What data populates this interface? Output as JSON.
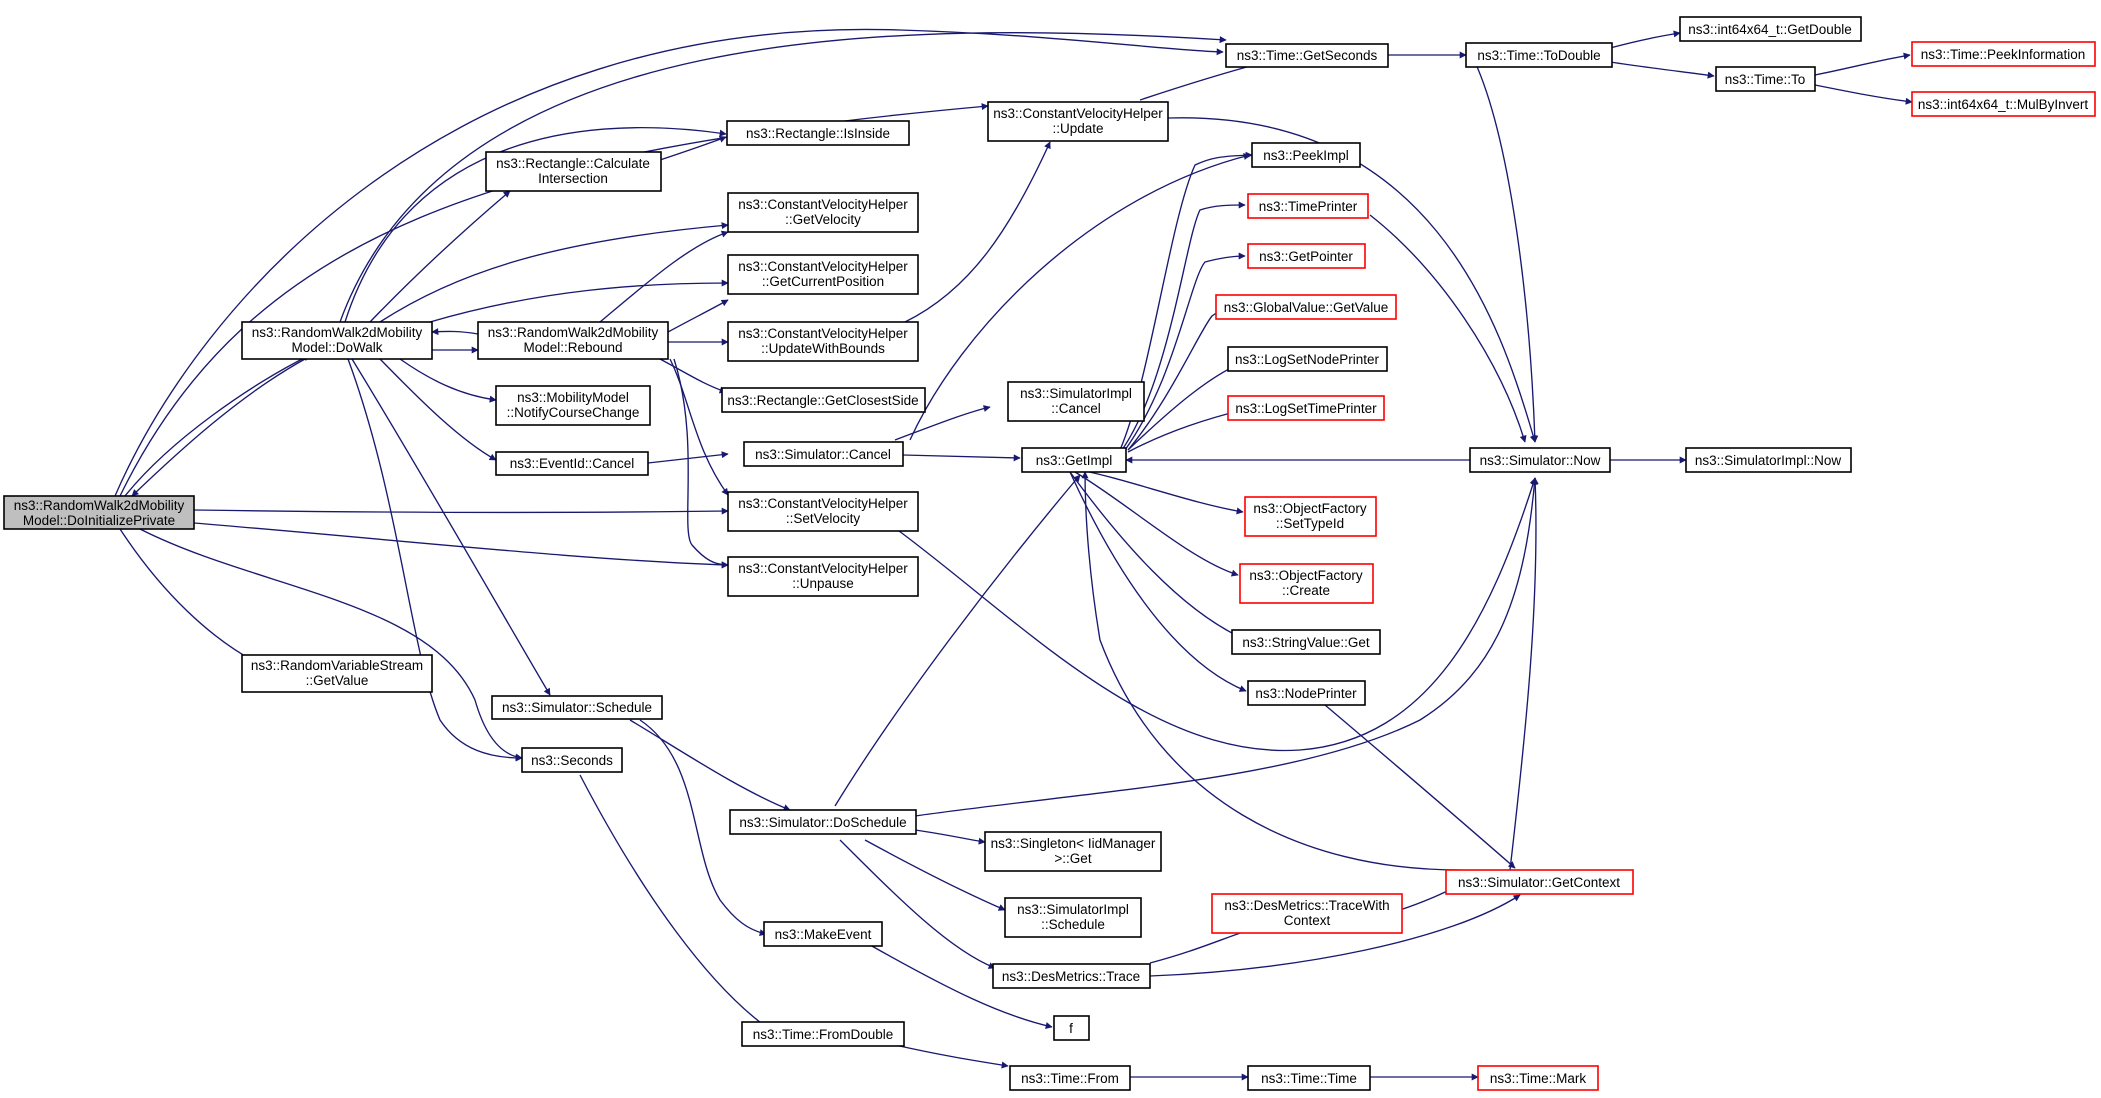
{
  "graph": {
    "colors": {
      "edge": "#191970",
      "node_border": "#000000",
      "truncated_border": "#ff0000",
      "root_fill": "#bfbfbf",
      "node_fill": "#ffffff"
    },
    "nodes": {
      "n_root": {
        "lines": [
          "ns3::RandomWalk2dMobility",
          "Model::DoInitializePrivate"
        ]
      },
      "n_dowalk": {
        "lines": [
          "ns3::RandomWalk2dMobility",
          "Model::DoWalk"
        ]
      },
      "n_rvs": {
        "lines": [
          "ns3::RandomVariableStream",
          "::GetValue"
        ]
      },
      "n_calcint": {
        "lines": [
          "ns3::Rectangle::Calculate",
          "Intersection"
        ]
      },
      "n_rebound": {
        "lines": [
          "ns3::RandomWalk2dMobility",
          "Model::Rebound"
        ]
      },
      "n_notify": {
        "lines": [
          "ns3::MobilityModel",
          "::NotifyCourseChange"
        ]
      },
      "n_evcancel": {
        "lines": [
          "ns3::EventId::Cancel"
        ]
      },
      "n_schedule": {
        "lines": [
          "ns3::Simulator::Schedule"
        ]
      },
      "n_seconds": {
        "lines": [
          "ns3::Seconds"
        ]
      },
      "n_isinside": {
        "lines": [
          "ns3::Rectangle::IsInside"
        ]
      },
      "n_getvel": {
        "lines": [
          "ns3::ConstantVelocityHelper",
          "::GetVelocity"
        ]
      },
      "n_getpos": {
        "lines": [
          "ns3::ConstantVelocityHelper",
          "::GetCurrentPosition"
        ]
      },
      "n_updbounds": {
        "lines": [
          "ns3::ConstantVelocityHelper",
          "::UpdateWithBounds"
        ]
      },
      "n_closest": {
        "lines": [
          "ns3::Rectangle::GetClosestSide"
        ]
      },
      "n_simcancel": {
        "lines": [
          "ns3::Simulator::Cancel"
        ]
      },
      "n_setvel": {
        "lines": [
          "ns3::ConstantVelocityHelper",
          "::SetVelocity"
        ]
      },
      "n_unpause": {
        "lines": [
          "ns3::ConstantVelocityHelper",
          "::Unpause"
        ]
      },
      "n_dosched": {
        "lines": [
          "ns3::Simulator::DoSchedule"
        ]
      },
      "n_makeevent": {
        "lines": [
          "ns3::MakeEvent"
        ]
      },
      "n_fromdouble": {
        "lines": [
          "ns3::Time::FromDouble"
        ]
      },
      "n_cvhupdate": {
        "lines": [
          "ns3::ConstantVelocityHelper",
          "::Update"
        ]
      },
      "n_simimplcancel": {
        "lines": [
          "ns3::SimulatorImpl",
          "::Cancel"
        ]
      },
      "n_getimpl": {
        "lines": [
          "ns3::GetImpl"
        ]
      },
      "n_singleton": {
        "lines": [
          "ns3::Singleton< IidManager",
          ">::Get"
        ]
      },
      "n_simimplsched": {
        "lines": [
          "ns3::SimulatorImpl",
          "::Schedule"
        ]
      },
      "n_desmtrace": {
        "lines": [
          "ns3::DesMetrics::Trace"
        ]
      },
      "n_f": {
        "lines": [
          "f"
        ]
      },
      "n_timefrom": {
        "lines": [
          "ns3::Time::From"
        ]
      },
      "n_getseconds": {
        "lines": [
          "ns3::Time::GetSeconds"
        ]
      },
      "n_peekimpl": {
        "lines": [
          "ns3::PeekImpl"
        ]
      },
      "n_timeprinter": {
        "lines": [
          "ns3::TimePrinter"
        ]
      },
      "n_getpointer": {
        "lines": [
          "ns3::GetPointer"
        ]
      },
      "n_gvgetvalue": {
        "lines": [
          "ns3::GlobalValue::GetValue"
        ]
      },
      "n_lognodeprinter": {
        "lines": [
          "ns3::LogSetNodePrinter"
        ]
      },
      "n_logtimeprinter": {
        "lines": [
          "ns3::LogSetTimePrinter"
        ]
      },
      "n_ofsettype": {
        "lines": [
          "ns3::ObjectFactory",
          "::SetTypeId"
        ]
      },
      "n_ofcreate": {
        "lines": [
          "ns3::ObjectFactory",
          "::Create"
        ]
      },
      "n_strget": {
        "lines": [
          "ns3::StringValue::Get"
        ]
      },
      "n_nodeprinter": {
        "lines": [
          "ns3::NodePrinter"
        ]
      },
      "n_tracewith": {
        "lines": [
          "ns3::DesMetrics::TraceWith",
          "Context"
        ]
      },
      "n_timetime": {
        "lines": [
          "ns3::Time::Time"
        ]
      },
      "n_todouble": {
        "lines": [
          "ns3::Time::ToDouble"
        ]
      },
      "n_simnow": {
        "lines": [
          "ns3::Simulator::Now"
        ]
      },
      "n_getcontext": {
        "lines": [
          "ns3::Simulator::GetContext"
        ]
      },
      "n_getdouble": {
        "lines": [
          "ns3::int64x64_t::GetDouble"
        ]
      },
      "n_timeto": {
        "lines": [
          "ns3::Time::To"
        ]
      },
      "n_simimplnow": {
        "lines": [
          "ns3::SimulatorImpl::Now"
        ]
      },
      "n_timemark": {
        "lines": [
          "ns3::Time::Mark"
        ]
      },
      "n_peekinfo": {
        "lines": [
          "ns3::Time::PeekInformation"
        ]
      },
      "n_mulbyinv": {
        "lines": [
          "ns3::int64x64_t::MulByInvert"
        ]
      }
    }
  }
}
